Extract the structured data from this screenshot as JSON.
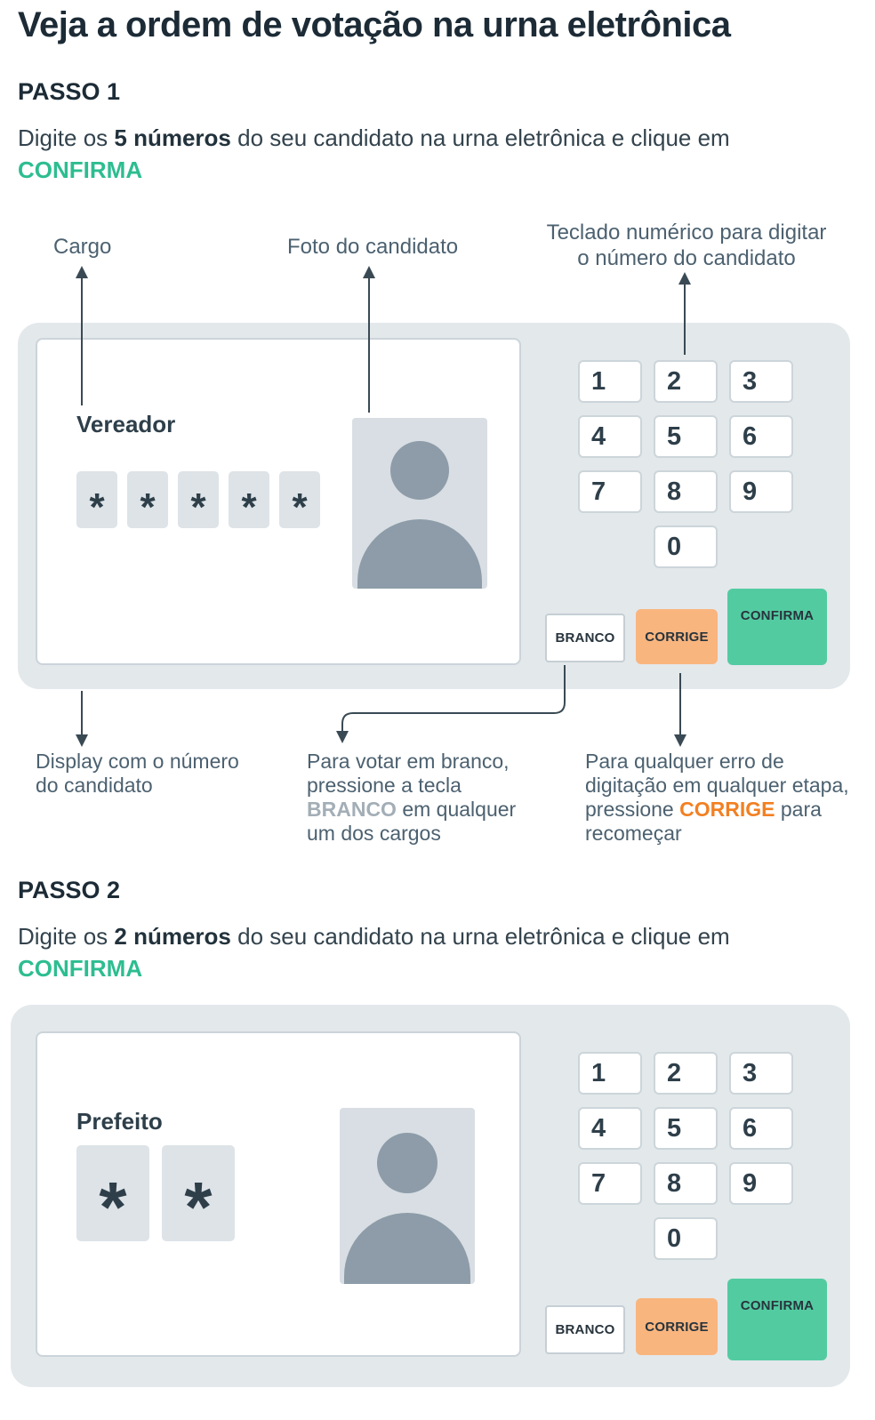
{
  "title": "Veja a ordem de votação na urna eletrônica",
  "accents": {
    "green_text": "#2dbd90",
    "green_button": "#53cba1",
    "orange_text": "#f28022",
    "orange_button": "#f9b57e",
    "gray_bold": "#a3aeb6"
  },
  "step1": {
    "heading": "PASSO 1",
    "instruction": {
      "prefix": "Digite os ",
      "bold": "5 números",
      "suffix": " do seu candidato na urna eletrônica e clique em",
      "confirm": "CONFIRMA"
    },
    "pointer_labels": {
      "cargo": "Cargo",
      "foto": "Foto do candidato",
      "teclado_line1": "Teclado numérico para digitar",
      "teclado_line2": "o número do candidato"
    },
    "machine": {
      "office": "Vereador",
      "digits": [
        "*",
        "*",
        "*",
        "*",
        "*"
      ],
      "keypad": [
        "1",
        "2",
        "3",
        "4",
        "5",
        "6",
        "7",
        "8",
        "9",
        "0"
      ],
      "buttons": {
        "branco": "BRANCO",
        "corrige": "CORRIGE",
        "confirma": "CONFIRMA"
      }
    },
    "captions": {
      "display": "Display com o número do candidato",
      "branco": {
        "prefix": "Para votar em branco, pressione a tecla ",
        "bold": "BRANCO",
        "suffix": " em qualquer um dos cargos"
      },
      "corrige": {
        "prefix": "Para qualquer erro de digitação em qualquer etapa, pressione ",
        "bold": "CORRIGE",
        "suffix": " para recomeçar"
      }
    }
  },
  "step2": {
    "heading": "PASSO 2",
    "instruction": {
      "prefix": "Digite os ",
      "bold": "2 números",
      "suffix": " do seu candidato na urna eletrônica e clique em",
      "confirm": "CONFIRMA"
    },
    "machine": {
      "office": "Prefeito",
      "digits": [
        "*",
        "*"
      ],
      "keypad": [
        "1",
        "2",
        "3",
        "4",
        "5",
        "6",
        "7",
        "8",
        "9",
        "0"
      ],
      "buttons": {
        "branco": "BRANCO",
        "corrige": "CORRIGE",
        "confirma": "CONFIRMA"
      }
    }
  }
}
